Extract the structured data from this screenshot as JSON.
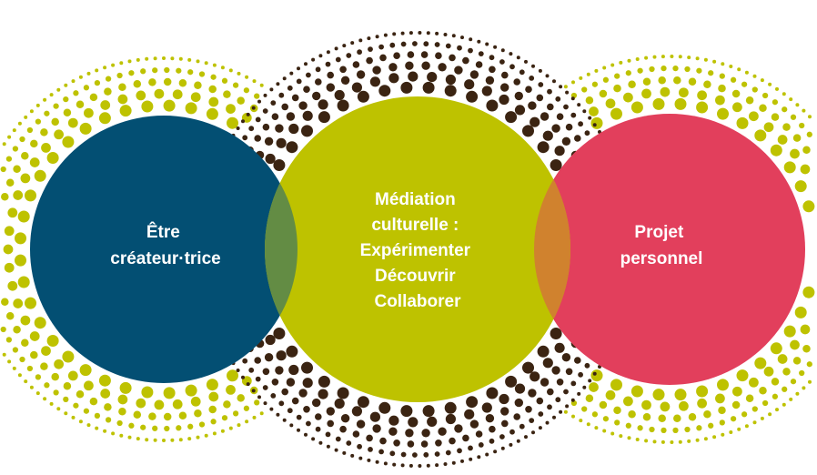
{
  "diagram": {
    "type": "venn-three-circles",
    "circles": [
      {
        "id": "left",
        "lines": [
          "Être",
          "créateur·trice"
        ],
        "color": "#034f73"
      },
      {
        "id": "middle",
        "lines": [
          "Médiation",
          "culturelle :",
          "Expérimenter",
          "Découvrir",
          "Collaborer"
        ],
        "color": "#bec200"
      },
      {
        "id": "right",
        "lines": [
          "Projet",
          "personnel"
        ],
        "color": "#e23f5c"
      }
    ],
    "overlaps": {
      "left_middle": "#638c44",
      "middle_right": "#d0822e"
    },
    "dot_colors": {
      "green": "#bec200",
      "brown": "#3b2412"
    }
  }
}
